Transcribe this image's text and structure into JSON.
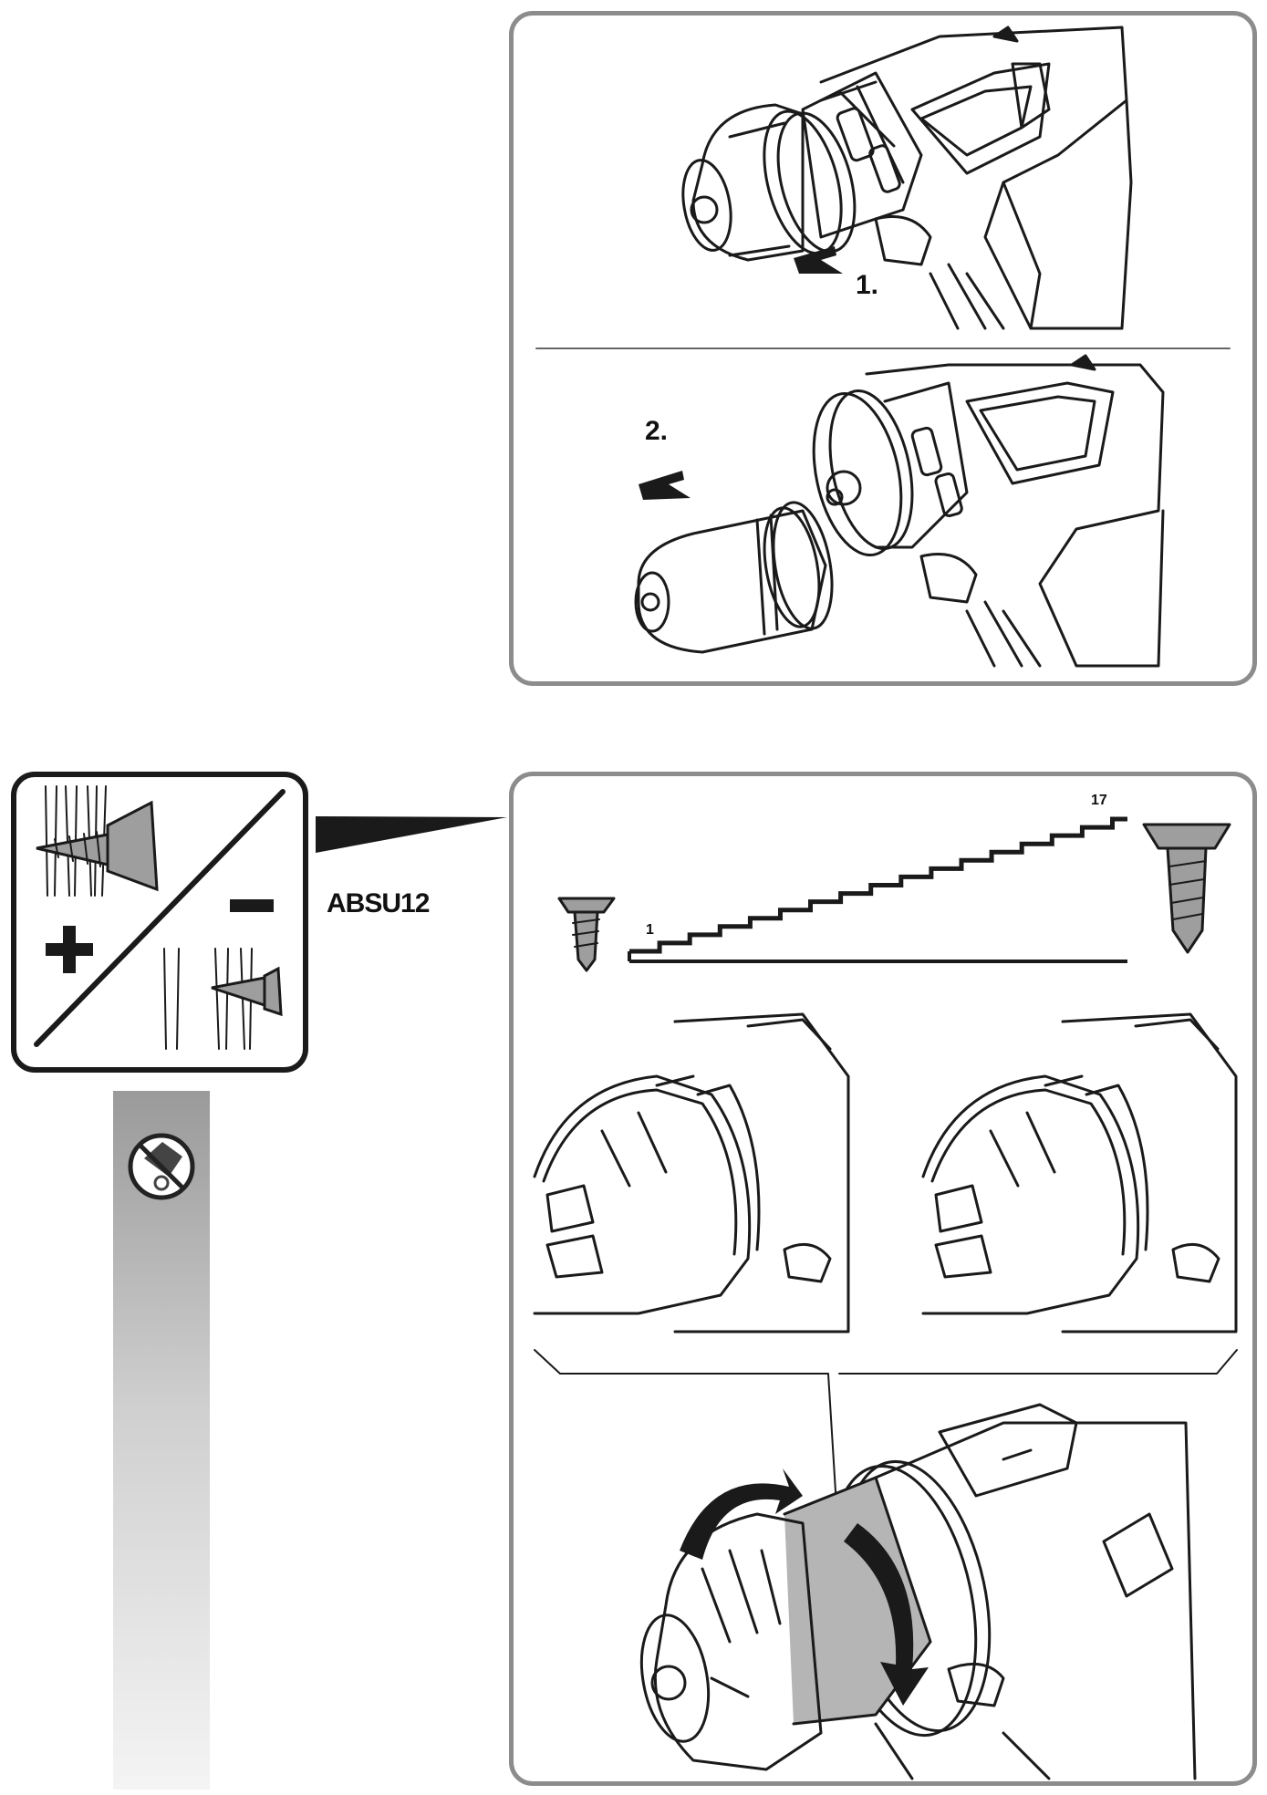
{
  "steps": {
    "step_1": "1.",
    "step_2": "2."
  },
  "model": "ABSU12",
  "torque_scale": {
    "min_label": "1",
    "max_label": "17",
    "step_count": 17
  },
  "symbols": {
    "plus": "+",
    "minus": "−"
  },
  "icons": [
    "pull-arrow-icon",
    "remove-arrow-icon",
    "small-screw-icon",
    "large-screw-icon",
    "plus-icon",
    "minus-icon",
    "rotate-arrow-icon",
    "no-percussion-icon"
  ],
  "colors": {
    "line": "#1a1a1a",
    "frame": "#8c8c8c",
    "screw_fill": "#9e9e9e",
    "ring_fill": "#b5b5b5"
  }
}
